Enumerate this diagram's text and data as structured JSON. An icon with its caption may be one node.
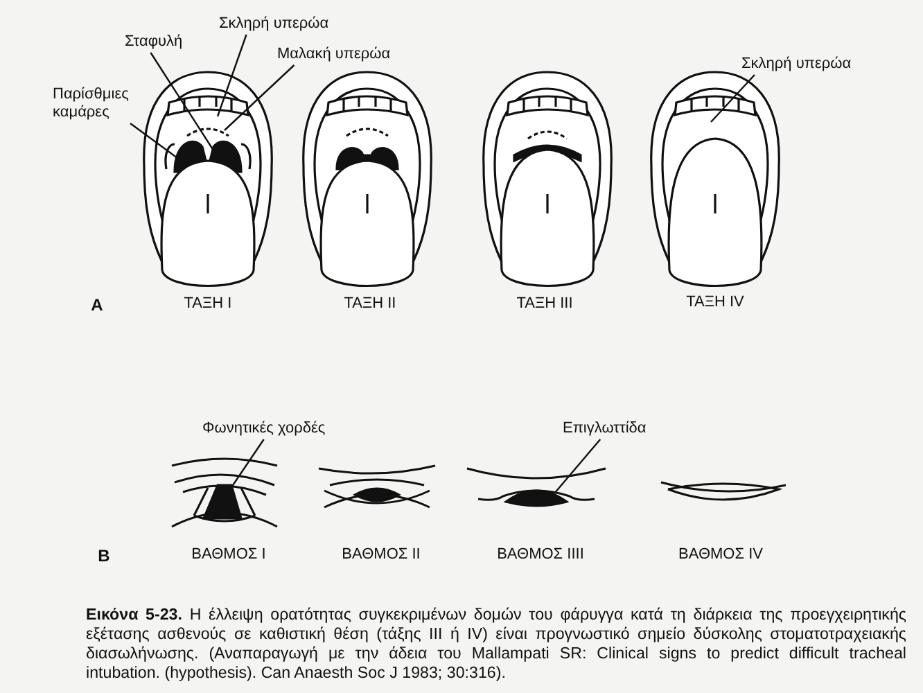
{
  "diagram": {
    "caption": "**Εικόνα 5-23.** Η έλλειψη ορατότητας συγκεκριμένων δομών του φάρυγγα κατά τη διάρκεια της προεγχειρητικής εξέτασης ασθενούς σε καθιστική θέση (τάξης III ή IV) είναι προγνωστικό σημείο δύσκολης στοματοτραχειακής διασωλήνωσης. (Αναπαραγωγή με την άδεια του Mallampati SR: Clinical signs to predict difficult tracheal intubation. (hypothesis). Can Anaesth Soc J 1983; 30:316).",
    "nodes": [
      {
        "text": [
          "Σταφυλή"
        ]
      },
      {
        "text": [
          "Σκληρή υπερώα"
        ]
      },
      {
        "text": [
          "Μαλακή υπερώα"
        ]
      },
      {
        "text": [
          "Παρίσθμιες καμάρες"
        ]
      },
      {
        "text": [
          "Σκληρή υπερώα"
        ]
      },
      {
        "text": [
          "Φωνητικές χορδές"
        ]
      },
      {
        "text": [
          "Επιγλωττίδα"
        ]
      }
    ],
    "edges": [
      {
        "from": 0,
        "to": null,
        "arrow": "none"
      },
      {
        "from": 1,
        "to": null,
        "arrow": "none"
      },
      {
        "from": 2,
        "to": null,
        "arrow": "none"
      },
      {
        "from": 3,
        "to": null,
        "arrow": "none"
      },
      {
        "from": 4,
        "to": null,
        "arrow": "none"
      },
      {
        "from": 5,
        "to": null,
        "arrow": "none"
      },
      {
        "from": 6,
        "to": null,
        "arrow": "none"
      }
    ],
    "labels": [
      "A",
      "ΤΑΞΗ I",
      "ΤΑΞΗ II",
      "ΤΑΞΗ III",
      "ΤΑΞΗ IV",
      "B",
      "ΒΑΘΜΟΣ I",
      "ΒΑΘΜΟΣ II",
      "ΒΑΘΜΟΣ IIII",
      "ΒΑΘΜΟΣ IV"
    ]
  }
}
